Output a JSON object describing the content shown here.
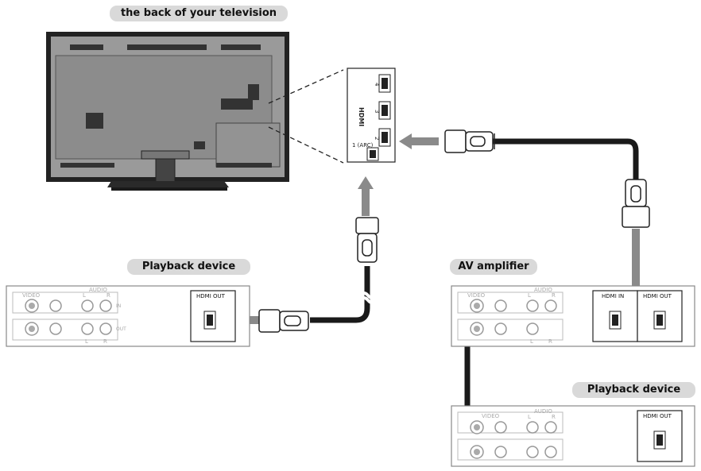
{
  "labels": {
    "tv_back": "the back of your television",
    "playback_left": "Playback device",
    "av_amplifier": "AV amplifier",
    "playback_right": "Playback device"
  },
  "ports": {
    "hdmi_out": "HDMI OUT",
    "hdmi_in": "HDMI IN",
    "video": "VIDEO",
    "audio": "AUDIO",
    "l": "L",
    "r": "R",
    "in": "IN",
    "out": "OUT"
  },
  "tv_panel": {
    "port4": "4",
    "port3": "3",
    "port2": "2",
    "port1": "1 (ARC)",
    "hdmi_logo": "HDMI"
  },
  "colors": {
    "pill_bg": "#d9d9d9",
    "cable": "#1a1a1a",
    "arrow": "#8a8a8a",
    "device_line": "#888888"
  }
}
